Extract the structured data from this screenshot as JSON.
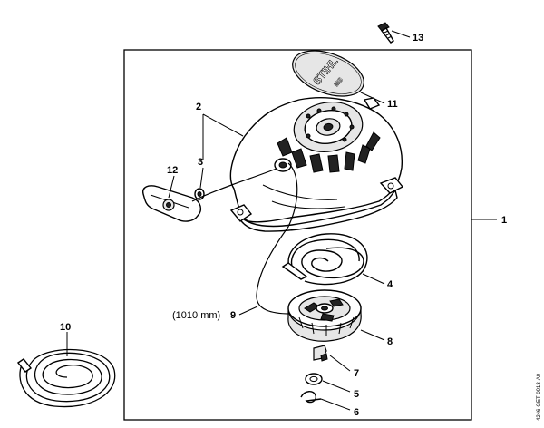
{
  "diagram": {
    "labels": {
      "p1": "1",
      "p2": "2",
      "p3": "3",
      "p4": "4",
      "p5": "5",
      "p6": "6",
      "p7": "7",
      "p8": "8",
      "p9": "9",
      "p9_length": "(1010 mm)",
      "p10": "10",
      "p11": "11",
      "p12": "12",
      "p13": "13"
    },
    "cover_logo": "STIHL",
    "cover_model": "MS",
    "reference_code": "4246-GET-0013-A0"
  }
}
